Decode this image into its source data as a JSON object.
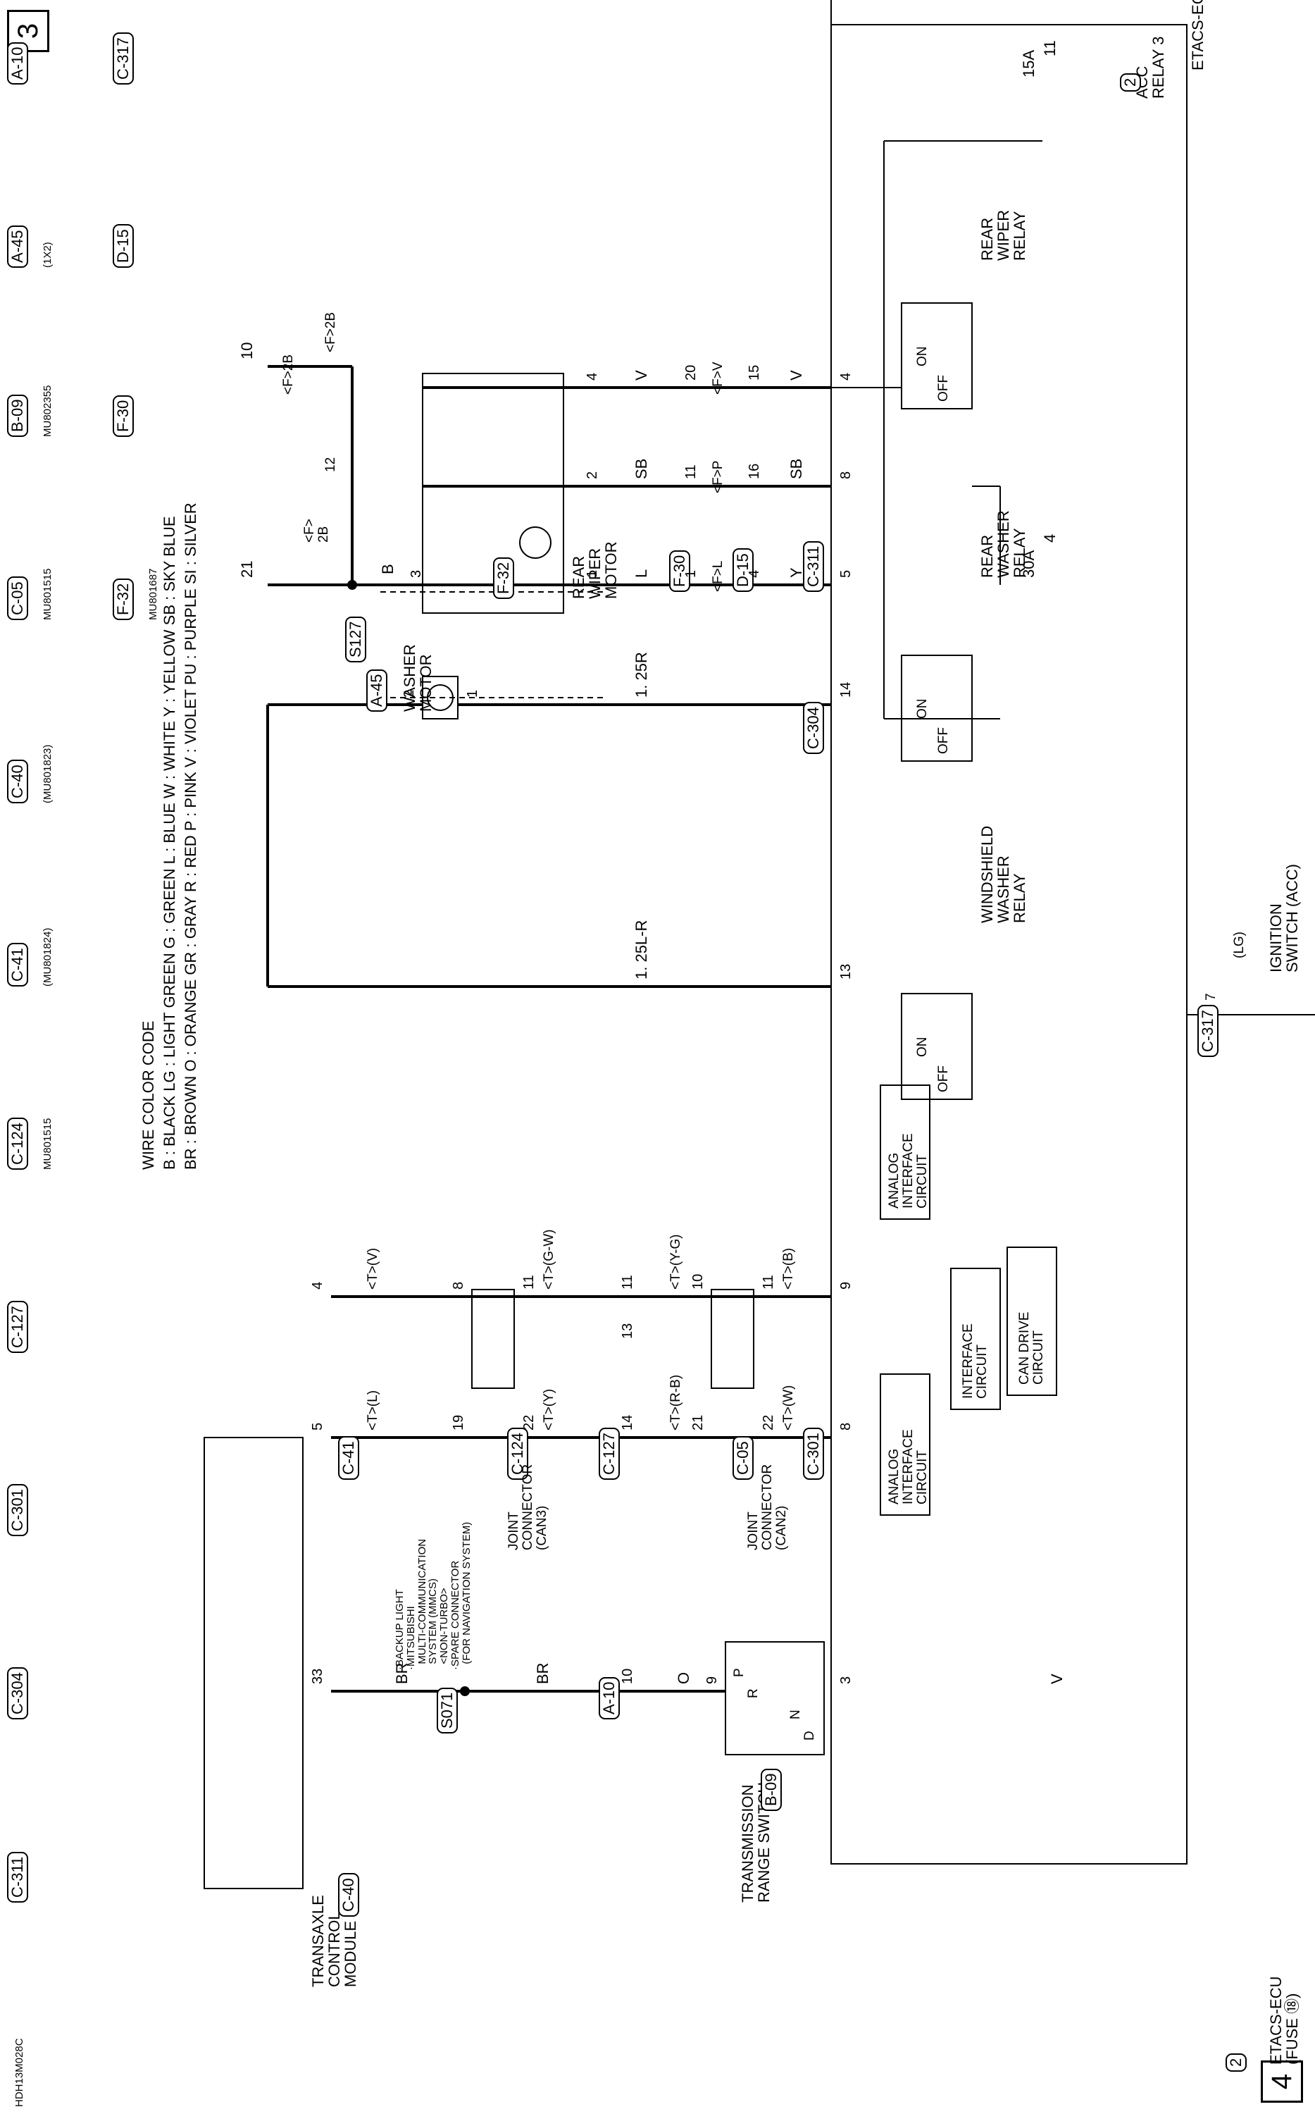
{
  "page_markers": {
    "left": "3",
    "right": "4"
  },
  "ecu": {
    "name": "ETACS-ECU"
  },
  "acc_relay": {
    "label": "ACC\nRELAY 3",
    "tag": "2",
    "fuse_no": "11",
    "fuse_amp": "15A"
  },
  "fuse4": {
    "fuse_no": "4",
    "fuse_amp": "30A"
  },
  "relays": {
    "rear_wiper": "REAR\nWIPER\nRELAY",
    "rear_washer": "REAR\nWASHER\nRELAY",
    "windshield_washer": "WINDSHIELD\nWASHER\nRELAY",
    "on": "ON",
    "off": "OFF"
  },
  "ignition": {
    "label": "IGNITION\nSWITCH (ACC)",
    "wire": "(LG)",
    "pin": "7",
    "connector": "C-317"
  },
  "circuits": {
    "analog1": "ANALOG\nINTERFACE\nCIRCUIT",
    "analog2": "ANALOG\nINTERFACE\nCIRCUIT",
    "interface": "INTERFACE\nCIRCUIT",
    "can_drive": "CAN DRIVE\nCIRCUIT"
  },
  "wiper_harness": {
    "conn_c311": "C-311",
    "conn_d15": "D-15",
    "conn_f30": "F-30",
    "pins_c311": [
      "4",
      "8",
      "5"
    ],
    "wires_top": [
      "V",
      "SB",
      "Y"
    ],
    "pins_d15": [
      "15",
      "16",
      "4"
    ],
    "tags_fv": [
      "<F>V",
      "<F>P",
      "<F>L"
    ],
    "pins_f30": [
      "20",
      "11",
      "1"
    ],
    "wires_bottom": [
      "V",
      "SB",
      "L"
    ],
    "pins_motor": [
      "4",
      "2",
      "1",
      "3"
    ],
    "ground_wire": "B",
    "branch1": "<F>2B",
    "branch1b": "<F>2B",
    "branch2": "<F>\n2B",
    "f30_pin": "12",
    "splice": "S127",
    "ground_10": "10",
    "ground_21": "21"
  },
  "rear_wiper_motor": {
    "label": "REAR\nWIPER\nMOTOR",
    "connector": "F-32"
  },
  "washer": {
    "conn": "C-304",
    "pin_a": "14",
    "wire_a": "1. 25R",
    "wire_b": "1. 25L-R",
    "pin_b": "13",
    "motor_label": "WASHER\nMOTOR",
    "motor_conn": "A-45",
    "motor_pin1": "1",
    "motor_pin2": "2"
  },
  "can": {
    "c301": "C-301",
    "c05": "C-05",
    "c127": "C-127",
    "c124": "C-124",
    "c41": "C-41",
    "tag_b": "<T>(B)",
    "tag_w": "<T>(W)",
    "tag_yg": "<T>(Y-G)",
    "tag_rb": "<T>(R-B)",
    "tag_gw": "<T>(G-W)",
    "tag_y": "<T>(Y)",
    "tag_v": "<T>(V)",
    "tag_l": "<T>(L)",
    "pins_ecu": [
      "9",
      "8"
    ],
    "pins_jc2_top": [
      "11",
      "22"
    ],
    "pins_jc2_mid": [
      "10",
      "21"
    ],
    "pins_jc3_mid": [
      "11",
      "13",
      "14"
    ],
    "pins_jc3_top": [
      "11",
      "22"
    ],
    "pins_jc3_bot": [
      "8",
      "19"
    ],
    "pins_tcm": [
      "4",
      "5"
    ],
    "jc2_label": "JOINT\nCONNECTOR\n(CAN2)",
    "jc3_label": "JOINT\nCONNECTOR\n(CAN3)"
  },
  "tcm": {
    "label": "TRANSAXLE\nCONTROL\nMODULE",
    "connector": "C-40",
    "pin": "33"
  },
  "range_switch": {
    "label": "TRANSMISSION\nRANGE SWITCH",
    "connector": "B-09",
    "pin_in": "3",
    "pin_out": "9",
    "positions": [
      "D",
      "N",
      "R",
      "P"
    ]
  },
  "etacs_fuse": {
    "label": "ETACS-ECU\n(FUSE ⑱)",
    "tag": "2",
    "wire": "V"
  },
  "backup": {
    "wire1": "O",
    "wire2": "BR",
    "wire3": "BR",
    "a10": "A-10",
    "a10_pin": "10",
    "splice": "S071",
    "note": "·BACKUP LIGHT\n·MITSUBISHI\n  MULTI-COMMUNICATION\n  SYSTEM (MMCS)\n  <NON-TURBO>\n·SPARE CONNECTOR\n  (FOR NAVIGATION SYSTEM)"
  },
  "connector_views": [
    {
      "id": "A-10"
    },
    {
      "id": "C-317"
    },
    {
      "id": "A-45"
    },
    {
      "id": "D-15"
    },
    {
      "id": "B-09"
    },
    {
      "id": "F-30"
    },
    {
      "id": "C-05"
    },
    {
      "id": "F-32"
    },
    {
      "id": "C-40"
    },
    {
      "id": "C-41"
    },
    {
      "id": "C-124"
    },
    {
      "id": "C-127"
    },
    {
      "id": "C-301"
    },
    {
      "id": "C-304"
    },
    {
      "id": "C-311"
    }
  ],
  "part_codes": {
    "b09": "MU802355",
    "c05": "MU801515",
    "c40": "(MU801823)",
    "c41": "(MU801824)",
    "c124": "MU801515",
    "f32": "MU801687",
    "a45": "(1X2)"
  },
  "legend": {
    "title": "WIRE COLOR CODE",
    "row1": "B : BLACK   LG : LIGHT GREEN   G : GREEN   L : BLUE   W : WHITE   Y : YELLOW   SB : SKY BLUE",
    "row2": "BR : BROWN   O : ORANGE   GR : GRAY   R : RED   P : PINK   V : VIOLET   PU : PURPLE   SI : SILVER"
  },
  "doc_code": "HDH13M028C"
}
